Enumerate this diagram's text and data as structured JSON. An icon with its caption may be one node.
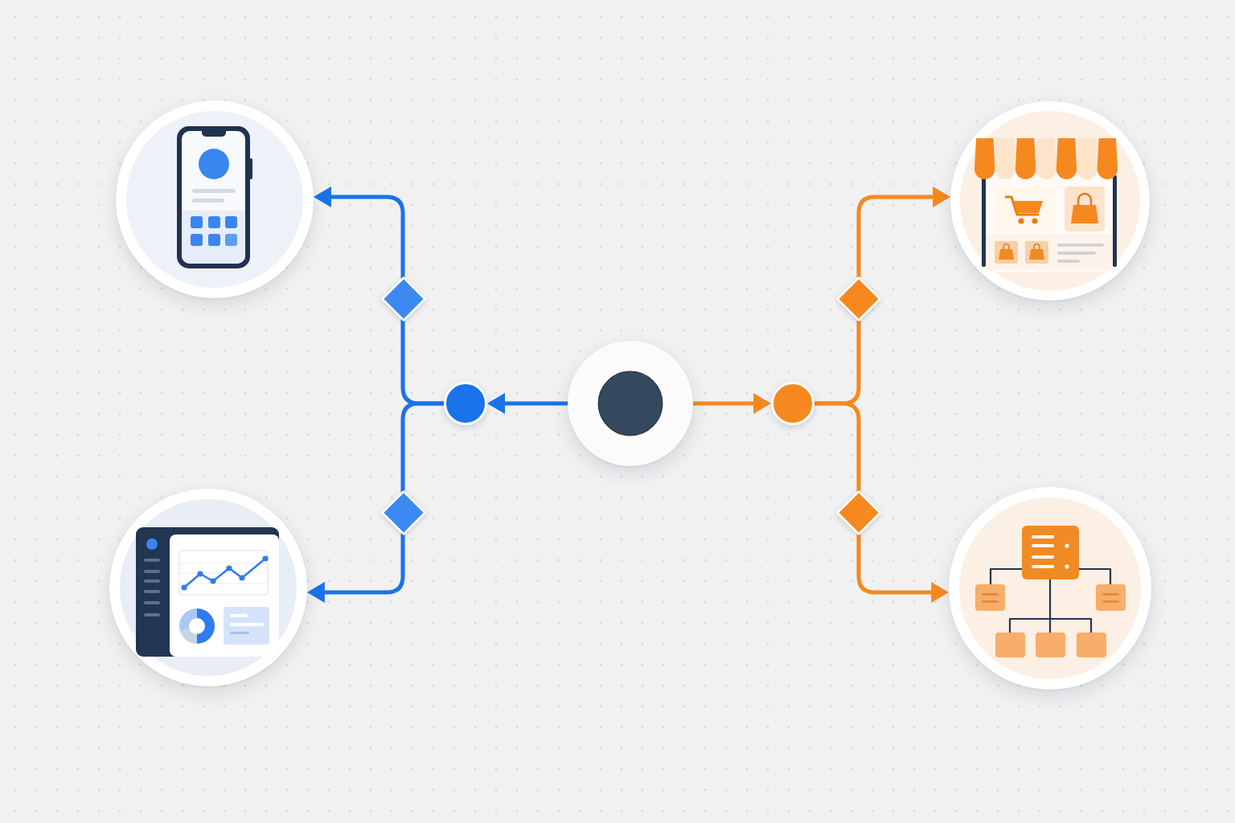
{
  "diagram": {
    "nodes": [
      {
        "text": [],
        "shape": "picture"
      },
      {
        "text": [],
        "shape": "picture"
      },
      {
        "text": [],
        "shape": "diamond"
      },
      {
        "text": [],
        "shape": "diamond"
      },
      {
        "text": [],
        "shape": "circle"
      },
      {
        "text": [],
        "shape": "circle"
      },
      {
        "text": [],
        "shape": "circle"
      },
      {
        "text": [],
        "shape": "diamond"
      },
      {
        "text": [],
        "shape": "diamond"
      },
      {
        "text": [],
        "shape": "picture"
      },
      {
        "text": [],
        "shape": "picture"
      }
    ],
    "edges": [
      {
        "from": 5,
        "to": 4,
        "arrow": "to",
        "color": "#1a73e8"
      },
      {
        "from": 5,
        "to": 6,
        "arrow": "to",
        "color": "#f5891f"
      },
      {
        "from": 4,
        "to": 2,
        "arrow": "none",
        "color": "#1a73e8"
      },
      {
        "from": 2,
        "to": 0,
        "arrow": "to",
        "color": "#1a73e8"
      },
      {
        "from": 4,
        "to": 7,
        "arrow": "none",
        "color": "#1a73e8"
      },
      {
        "from": 7,
        "to": 9,
        "arrow": "to",
        "color": "#1a73e8"
      },
      {
        "from": 6,
        "to": 3,
        "arrow": "none",
        "color": "#f5891f"
      },
      {
        "from": 3,
        "to": 1,
        "arrow": "to",
        "color": "#f5891f"
      },
      {
        "from": 6,
        "to": 8,
        "arrow": "none",
        "color": "#f5891f"
      },
      {
        "from": 8,
        "to": 10,
        "arrow": "to",
        "color": "#f5891f"
      }
    ]
  }
}
